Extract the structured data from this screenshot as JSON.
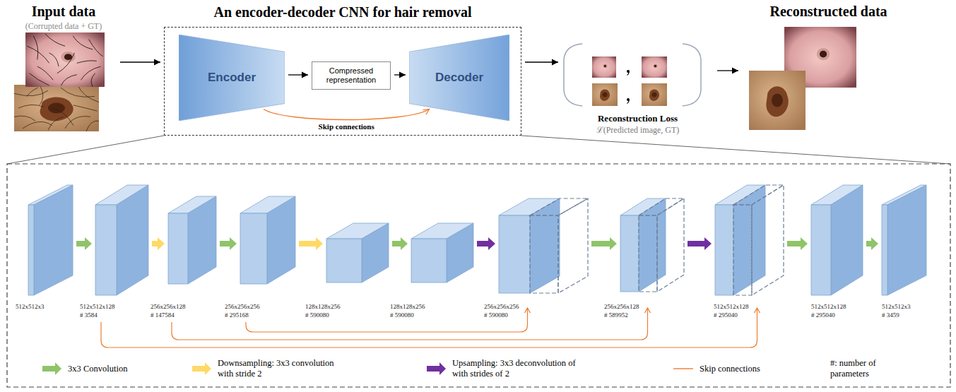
{
  "diagram": {
    "nodes": [
      {
        "text": [
          "Input data",
          "(Corrupted data + GT)"
        ]
      },
      {
        "text": [
          "An encoder-decoder CNN for hair removal"
        ]
      },
      {
        "text": [
          "Encoder"
        ],
        "in": 1
      },
      {
        "text": [
          "Compressed representation"
        ],
        "in": 1
      },
      {
        "text": [
          "Decoder"
        ],
        "in": 1
      },
      {
        "text": [
          "Reconstruction Loss",
          "ℒ(Predicted image, GT)"
        ]
      },
      {
        "text": [
          "Reconstructed data"
        ]
      },
      {
        "text": [
          "512x512x3"
        ]
      },
      {
        "text": [
          "512x512x128",
          "# 3584"
        ]
      },
      {
        "text": [
          "256x256x128",
          "# 147584"
        ]
      },
      {
        "text": [
          "256x256x256",
          "# 295168"
        ]
      },
      {
        "text": [
          "128x128x256",
          "# 590080"
        ]
      },
      {
        "text": [
          "128x128x256",
          "# 590080"
        ]
      },
      {
        "text": [
          "256x256x256",
          "# 590080"
        ]
      },
      {
        "text": [
          "256x256x128",
          "# 589952"
        ]
      },
      {
        "text": [
          "512x512x128",
          "# 295040"
        ]
      },
      {
        "text": [
          "512x512x128",
          "# 295040"
        ]
      },
      {
        "text": [
          "512x512x3",
          "# 3459"
        ]
      }
    ],
    "edges": [
      {
        "from": 0,
        "to": 1,
        "arrow": "to"
      },
      {
        "from": 1,
        "to": 5,
        "arrow": "to"
      },
      {
        "from": 5,
        "to": 6,
        "arrow": "to"
      },
      {
        "from": 2,
        "to": 3,
        "arrow": "to"
      },
      {
        "from": 3,
        "to": 4,
        "arrow": "to"
      },
      {
        "from": 2,
        "to": 4,
        "label": "Skip connections",
        "arrow": "to"
      },
      {
        "from": 7,
        "to": 8,
        "arrow": "to"
      },
      {
        "from": 8,
        "to": 9,
        "arrow": "to"
      },
      {
        "from": 9,
        "to": 10,
        "arrow": "to"
      },
      {
        "from": 10,
        "to": 11,
        "arrow": "to"
      },
      {
        "from": 11,
        "to": 12,
        "arrow": "to"
      },
      {
        "from": 12,
        "to": 13,
        "arrow": "to"
      },
      {
        "from": 13,
        "to": 14,
        "arrow": "to"
      },
      {
        "from": 14,
        "to": 15,
        "arrow": "to"
      },
      {
        "from": 15,
        "to": 16,
        "arrow": "to"
      },
      {
        "from": 16,
        "to": 17,
        "arrow": "to"
      },
      {
        "from": 8,
        "to": 15,
        "arrow": "to"
      },
      {
        "from": 9,
        "to": 14,
        "arrow": "to"
      },
      {
        "from": 10,
        "to": 13,
        "arrow": "to"
      }
    ],
    "legend": [
      {
        "text": "3x3 Convolution"
      },
      {
        "text": "Downsampling: 3x3 convolution with stride 2"
      },
      {
        "text": "Upsampling: 3x3 deconvolution of with strides of 2"
      },
      {
        "text": "Skip connections"
      },
      {
        "text": "#: number of parameters"
      }
    ]
  }
}
